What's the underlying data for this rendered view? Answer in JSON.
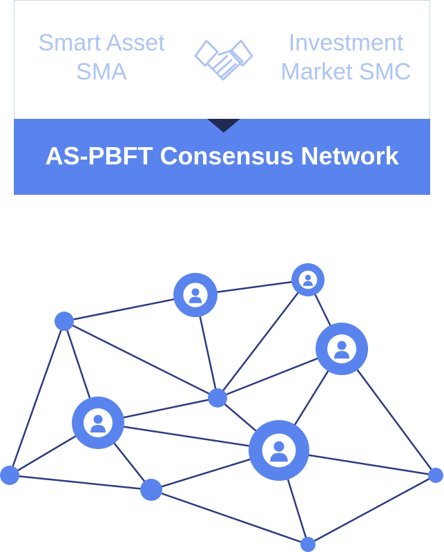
{
  "panel": {
    "left_label_line1": "Smart Asset",
    "left_label_line2": "SMA",
    "right_label_line1": "Investment",
    "right_label_line2": "Market SMC",
    "icon": "handshake-icon",
    "banner_title": "AS-PBFT Consensus Network"
  },
  "network": {
    "node_color": "#5a84ed",
    "edge_color": "#2c3a80",
    "user_icon": "user-icon"
  }
}
